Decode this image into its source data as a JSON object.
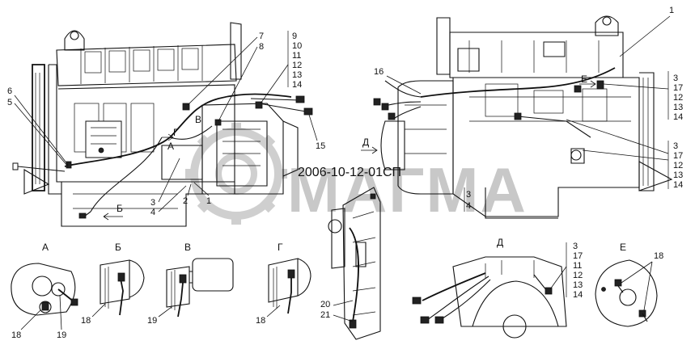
{
  "watermark": {
    "code": "2006-10-12-01СП",
    "brand": "МАГМА"
  },
  "left_view": {
    "callouts": {
      "c1": "1",
      "c2": "2",
      "c3": "3",
      "c4": "4",
      "c5": "5",
      "c6": "6",
      "c7": "7",
      "c8": "8",
      "c9": "9",
      "c10": "10",
      "c11": "11",
      "c12": "12",
      "c13": "13",
      "c14": "14",
      "c15": "15"
    },
    "view_marks": {
      "a": "А",
      "b": "Б",
      "v": "В",
      "g": "Г"
    }
  },
  "right_view": {
    "callouts": {
      "c1": "1",
      "c16": "16",
      "stack_top": [
        "3",
        "17",
        "12",
        "13",
        "14"
      ],
      "stack_mid": [
        "3",
        "17",
        "12",
        "13",
        "14"
      ],
      "stack_low": [
        "3",
        "4"
      ],
      "e_mark": "Е"
    },
    "view_marks": {
      "d": "Д"
    }
  },
  "front_view": {
    "callouts": {
      "c20": "20",
      "c21": "21"
    }
  },
  "details": {
    "a": {
      "title": "А",
      "labels": [
        "18",
        "19"
      ]
    },
    "b": {
      "title": "Б",
      "labels": [
        "18"
      ]
    },
    "v": {
      "title": "В",
      "labels": [
        "19"
      ]
    },
    "g": {
      "title": "Г",
      "labels": [
        "18"
      ]
    },
    "d": {
      "title": "Д",
      "labels": [
        "3",
        "17",
        "11",
        "12",
        "13",
        "14"
      ]
    },
    "e": {
      "title": "Е",
      "labels": [
        "18"
      ]
    }
  }
}
